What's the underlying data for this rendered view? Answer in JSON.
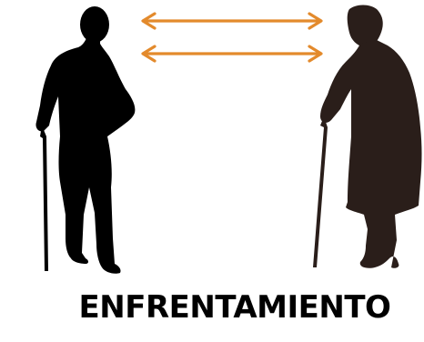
{
  "caption": "ENFRENTAMIENTO",
  "colors": {
    "man_silhouette": "#000000",
    "woman_silhouette": "#2a1e1a",
    "arrows": "#e38a2c",
    "background": "#ffffff"
  },
  "icons": {
    "left_figure": "elderly-man-with-cane-silhouette",
    "right_figure": "elderly-woman-with-cane-silhouette",
    "arrow_top": "double-headed-arrow",
    "arrow_bottom": "double-headed-arrow"
  }
}
